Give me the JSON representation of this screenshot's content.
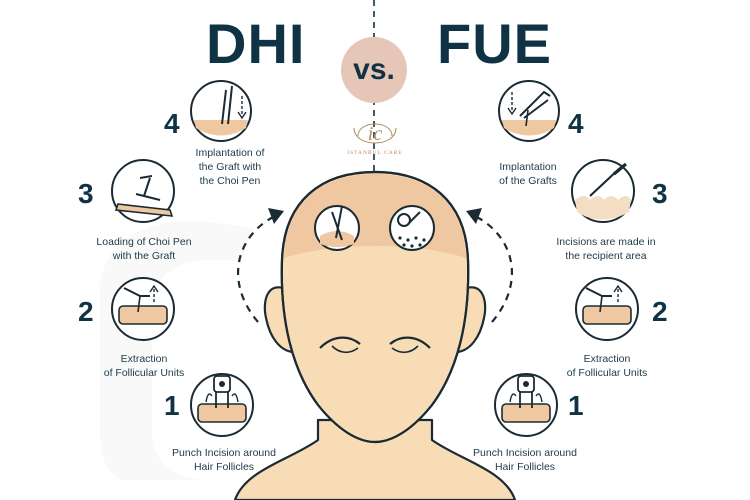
{
  "titles": {
    "left": "DHI",
    "vs": "vs.",
    "right": "FUE"
  },
  "logo": {
    "monogram": "ic",
    "name": "ISTANBUL CARE"
  },
  "dhi_steps": [
    {
      "number": "4",
      "lines": [
        "Implantation of",
        "the Graft with",
        "the Choi Pen"
      ]
    },
    {
      "number": "3",
      "lines": [
        "Loading of Choi Pen",
        "with the Graft"
      ]
    },
    {
      "number": "2",
      "lines": [
        "Extraction",
        "of Follicular Units"
      ]
    },
    {
      "number": "1",
      "lines": [
        "Punch Incision around",
        "Hair Follicles"
      ]
    }
  ],
  "fue_steps": [
    {
      "number": "4",
      "lines": [
        "Implantation",
        "of the Grafts"
      ]
    },
    {
      "number": "3",
      "lines": [
        "Incisions are made in",
        "the recipient area"
      ]
    },
    {
      "number": "2",
      "lines": [
        "Extraction",
        "of Follicular Units"
      ]
    },
    {
      "number": "1",
      "lines": [
        "Punch Incision around",
        "Hair Follicles"
      ]
    }
  ],
  "colors": {
    "navy": "#0f3344",
    "skin": "#f8dcb6",
    "scalp": "#efc8a2",
    "circle_fill": "#ffffff",
    "accent": "#e6c7b7",
    "outline": "#1b2b33"
  },
  "icons": [
    "choi-pen-icon",
    "graft-loading-icon",
    "extraction-icon",
    "punch-icon",
    "forceps-icon",
    "blade-icon"
  ]
}
